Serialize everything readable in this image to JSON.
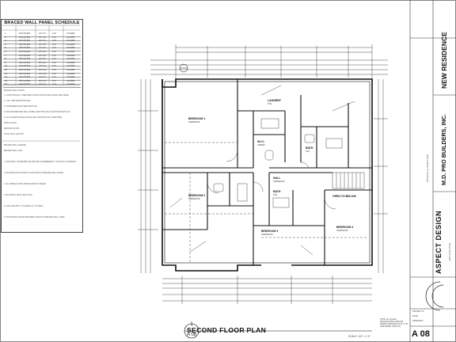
{
  "schedule": {
    "title": "BRACED WALL PANEL SCHEDULE",
    "rows": [
      [
        "1",
        "2X4 STUDS",
        "16\" O.C.",
        "4'-0\"",
        "CS-WSP"
      ],
      [
        "2",
        "2X4 STUDS",
        "16\" O.C.",
        "4'-0\"",
        "CS-WSP"
      ],
      [
        "3",
        "2X4 STUDS",
        "16\" O.C.",
        "4'-0\"",
        "CS-WSP"
      ],
      [
        "4",
        "2X6 STUDS",
        "16\" O.C.",
        "4'-0\"",
        "CS-WSP"
      ],
      [
        "5",
        "2X6 STUDS",
        "16\" O.C.",
        "4'-0\"",
        "CS-WSP"
      ],
      [
        "6",
        "2X4 STUDS",
        "16\" O.C.",
        "4'-0\"",
        "CS-WSP"
      ],
      [
        "7",
        "2X4 STUDS",
        "16\" O.C.",
        "4'-0\"",
        "CS-WSP"
      ],
      [
        "8",
        "2X6 STUDS",
        "16\" O.C.",
        "4'-0\"",
        "CS-WSP"
      ],
      [
        "9",
        "2X6 STUDS",
        "16\" O.C.",
        "4'-0\"",
        "CS-WSP"
      ],
      [
        "10",
        "2X4 STUDS",
        "16\" O.C.",
        "4'-0\"",
        "CS-WSP"
      ],
      [
        "11",
        "2X4 STUDS",
        "16\" O.C.",
        "4'-0\"",
        "CS-WSP"
      ],
      [
        "12",
        "2X6 STUDS",
        "16\" O.C.",
        "4'-0\"",
        "CS-WSP"
      ],
      [
        "13",
        "2X6 STUDS",
        "16\" O.C.",
        "4'-0\"",
        "CS-WSP"
      ],
      [
        "14",
        "2X4 STUDS",
        "16\" O.C.",
        "4'-0\"",
        "CS-WSP"
      ],
      [
        "15",
        "2X4 STUDS",
        "16\" O.C.",
        "4'-0\"",
        "CS-WSP"
      ]
    ],
    "notes_heading": "BRACED WALL NOTES:",
    "notes": [
      "1. CONTINUOUSLY SHEATHED WOOD STRUCTURAL PANEL PER TABLE",
      "2. 7/16\" OSB SHEATHING MIN.",
      "3. FASTENERS PER TABLE R602.3(1)",
      "4. PROVIDE BRACED WALL PANEL LENGTHS AND LOCATIONS PER PLAN",
      "5. ALL EXTERIOR WALLS SHALL BE CONTINUOUSLY SHEATHED",
      "FIRST FLOOR",
      "SECOND FLOOR",
      "TOTAL WALL LENGTH"
    ],
    "legend_heading": "BRACED WALL LEGEND:",
    "legend": [
      "BRACED WALL LINE",
      "1. PROVIDE 3\" DIAMETER ANCHOR BOLTS EMBEDDED 7\" MIN INTO CONCRETE",
      "2. PROVIDE HOLD DOWN AT EACH END OF BRACED WALL PANEL",
      "3. ALL PANELS SHALL BE BLOCKED AT EDGES",
      "4. BLOCKING SHALL BE 2X MIN.",
      "5. NAIL SPACING 6\" AT EDGES 12\" AT FIELD",
      "6. PROVIDE BLOCKING BETWEEN JOISTS AT BRACED WALL LINES"
    ]
  },
  "plan": {
    "title": "SECOND FLOOR PLAN",
    "detail_number": "1",
    "sheet_ref": "A 08",
    "scale": "SCALE: 1/4\" = 1'-0\"",
    "rooms": [
      {
        "name": "BEDROOM 1",
        "sub": "HARDWOOD"
      },
      {
        "name": "W.I.C.",
        "sub": "CARPET"
      },
      {
        "name": "BATH",
        "sub": "TILE"
      },
      {
        "name": "LAUNDRY",
        "sub": "TILE"
      },
      {
        "name": "BEDROOM 2",
        "sub": "HARDWOOD"
      },
      {
        "name": "BATH",
        "sub": "TILE"
      },
      {
        "name": "BEDROOM 3",
        "sub": "HARDWOOD"
      },
      {
        "name": "BEDROOM 4",
        "sub": "HARDWOOD"
      },
      {
        "name": "HALL",
        "sub": "HARDWOOD"
      },
      {
        "name": "OPEN TO BELOW",
        "sub": ""
      }
    ]
  },
  "titleblock": {
    "project": "NEW RESIDENCE",
    "builder": "M.D. PRO BUILDERS, INC.",
    "address": "ROCKVILLE, MARYLAND",
    "firm": "ASPECT DESIGN",
    "firm_sub": "ARCHITECTURE",
    "sheet": "A 08",
    "project_label": "PROJECT #",
    "date_label": "DATE",
    "drawn_label": "DRAWN BY",
    "note": "NOTE: ALL SCALE DESIGNATIONS ARE FOR SHEETS PRINTED ON 24\" X 36\" SIZE PAPER. (ARCH D)"
  },
  "colors": {
    "line": "#1a1a1a",
    "light": "#888888"
  }
}
